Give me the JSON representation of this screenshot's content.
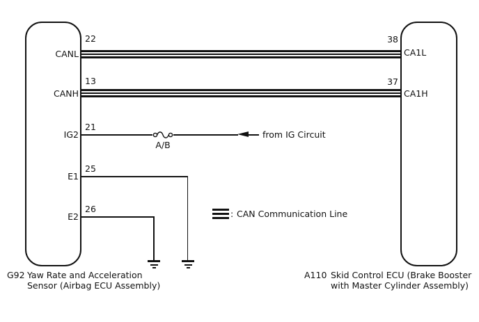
{
  "left_component": {
    "caption": {
      "prefix": "G92",
      "line1": "Yaw Rate and Acceleration",
      "line2": "Sensor (Airbag ECU Assembly)"
    },
    "pins": [
      {
        "number": "22",
        "label": "CANL"
      },
      {
        "number": "13",
        "label": "CANH"
      },
      {
        "number": "21",
        "label": "IG2"
      },
      {
        "number": "25",
        "label": "E1"
      },
      {
        "number": "26",
        "label": "E2"
      }
    ]
  },
  "right_component": {
    "caption": {
      "prefix": "A110",
      "line1": "Skid Control ECU (Brake Booster",
      "line2": "with Master Cylinder Assembly)"
    },
    "pins": [
      {
        "number": "38",
        "label": "CA1L"
      },
      {
        "number": "37",
        "label": "CA1H"
      }
    ]
  },
  "ig2_wire": {
    "fuse_label": "A/B",
    "annotation": "from IG Circuit"
  },
  "legend": {
    "separator": ":",
    "label": "CAN Communication Line"
  },
  "icons": {
    "fuse": "fuse-icon",
    "arrow": "arrow-left-icon",
    "ground": "ground-icon",
    "can_line": "can-triple-line-icon"
  },
  "colors": {
    "line": "#111111",
    "background": "#ffffff",
    "text": "#111111"
  }
}
